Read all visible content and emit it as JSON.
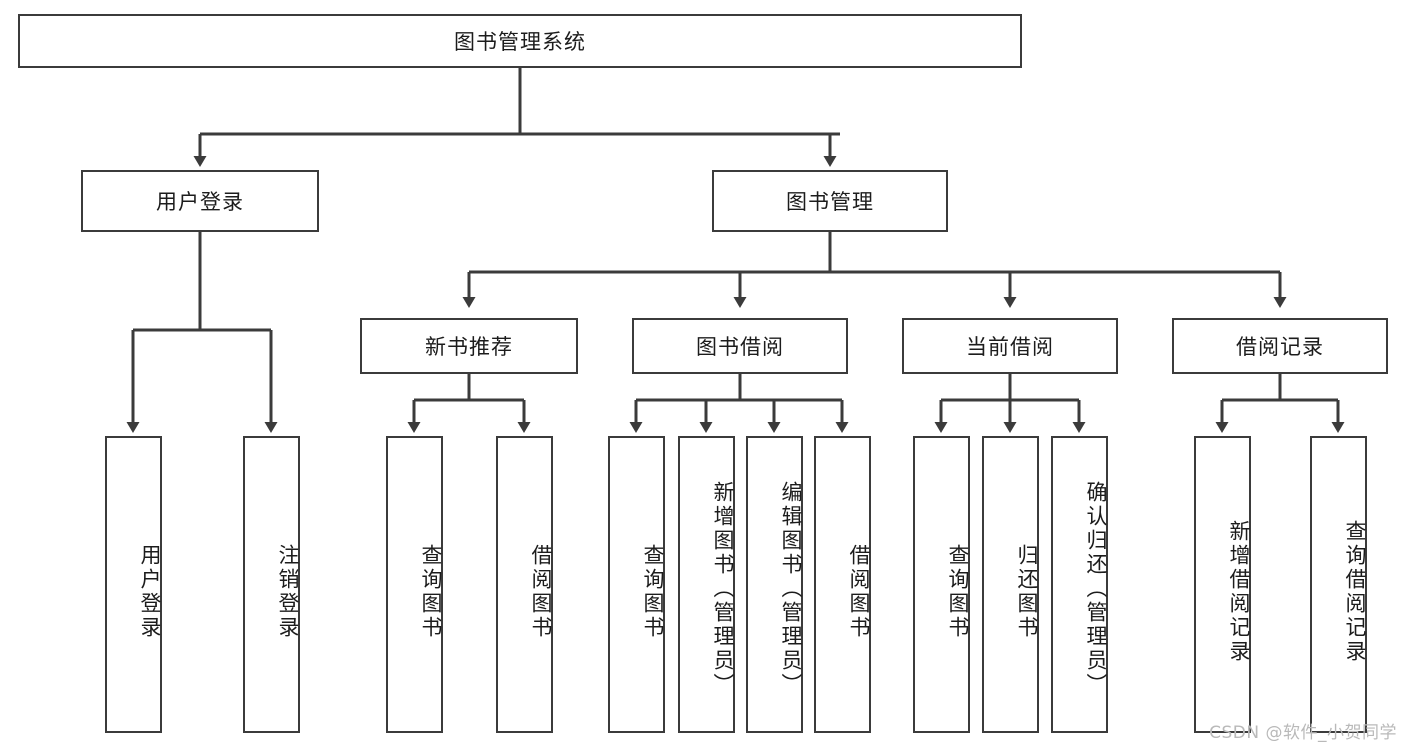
{
  "diagram": {
    "type": "tree-hierarchy",
    "title": "图书管理系统",
    "root": {
      "label": "图书管理系统"
    },
    "level2": [
      {
        "id": "user-login",
        "label": "用户登录"
      },
      {
        "id": "book-management",
        "label": "图书管理"
      }
    ],
    "level3": [
      {
        "id": "new-book-recommend",
        "label": "新书推荐",
        "parent": "book-management"
      },
      {
        "id": "book-borrow",
        "label": "图书借阅",
        "parent": "book-management"
      },
      {
        "id": "current-borrow",
        "label": "当前借阅",
        "parent": "book-management"
      },
      {
        "id": "borrow-record",
        "label": "借阅记录",
        "parent": "book-management"
      }
    ],
    "leaves": {
      "user-login": [
        {
          "id": "leaf-user-login",
          "label": "用户登录"
        },
        {
          "id": "leaf-user-logout",
          "label": "注销登录"
        }
      ],
      "new-book-recommend": [
        {
          "id": "leaf-query-book-1",
          "label": "查询图书"
        },
        {
          "id": "leaf-borrow-book-1",
          "label": "借阅图书"
        }
      ],
      "book-borrow": [
        {
          "id": "leaf-query-book-2",
          "label": "查询图书"
        },
        {
          "id": "leaf-add-book",
          "label": "新增图书（管理员）"
        },
        {
          "id": "leaf-edit-book",
          "label": "编辑图书（管理员）"
        },
        {
          "id": "leaf-borrow-book-2",
          "label": "借阅图书"
        }
      ],
      "current-borrow": [
        {
          "id": "leaf-query-book-3",
          "label": "查询图书"
        },
        {
          "id": "leaf-return-book",
          "label": "归还图书"
        },
        {
          "id": "leaf-confirm-return",
          "label": "确认归还（管理员）"
        }
      ],
      "borrow-record": [
        {
          "id": "leaf-add-record",
          "label": "新增借阅记录"
        },
        {
          "id": "leaf-query-record",
          "label": "查询借阅记录"
        }
      ]
    }
  },
  "watermark": {
    "text": "CSDN @软件_小贺同学"
  },
  "colors": {
    "box_border": "#3b3b3b",
    "box_fill": "#ffffff",
    "line": "#3b3b3b",
    "text": "#1c1c1c",
    "watermark": "#b9b9b9",
    "background": "#ffffff"
  }
}
